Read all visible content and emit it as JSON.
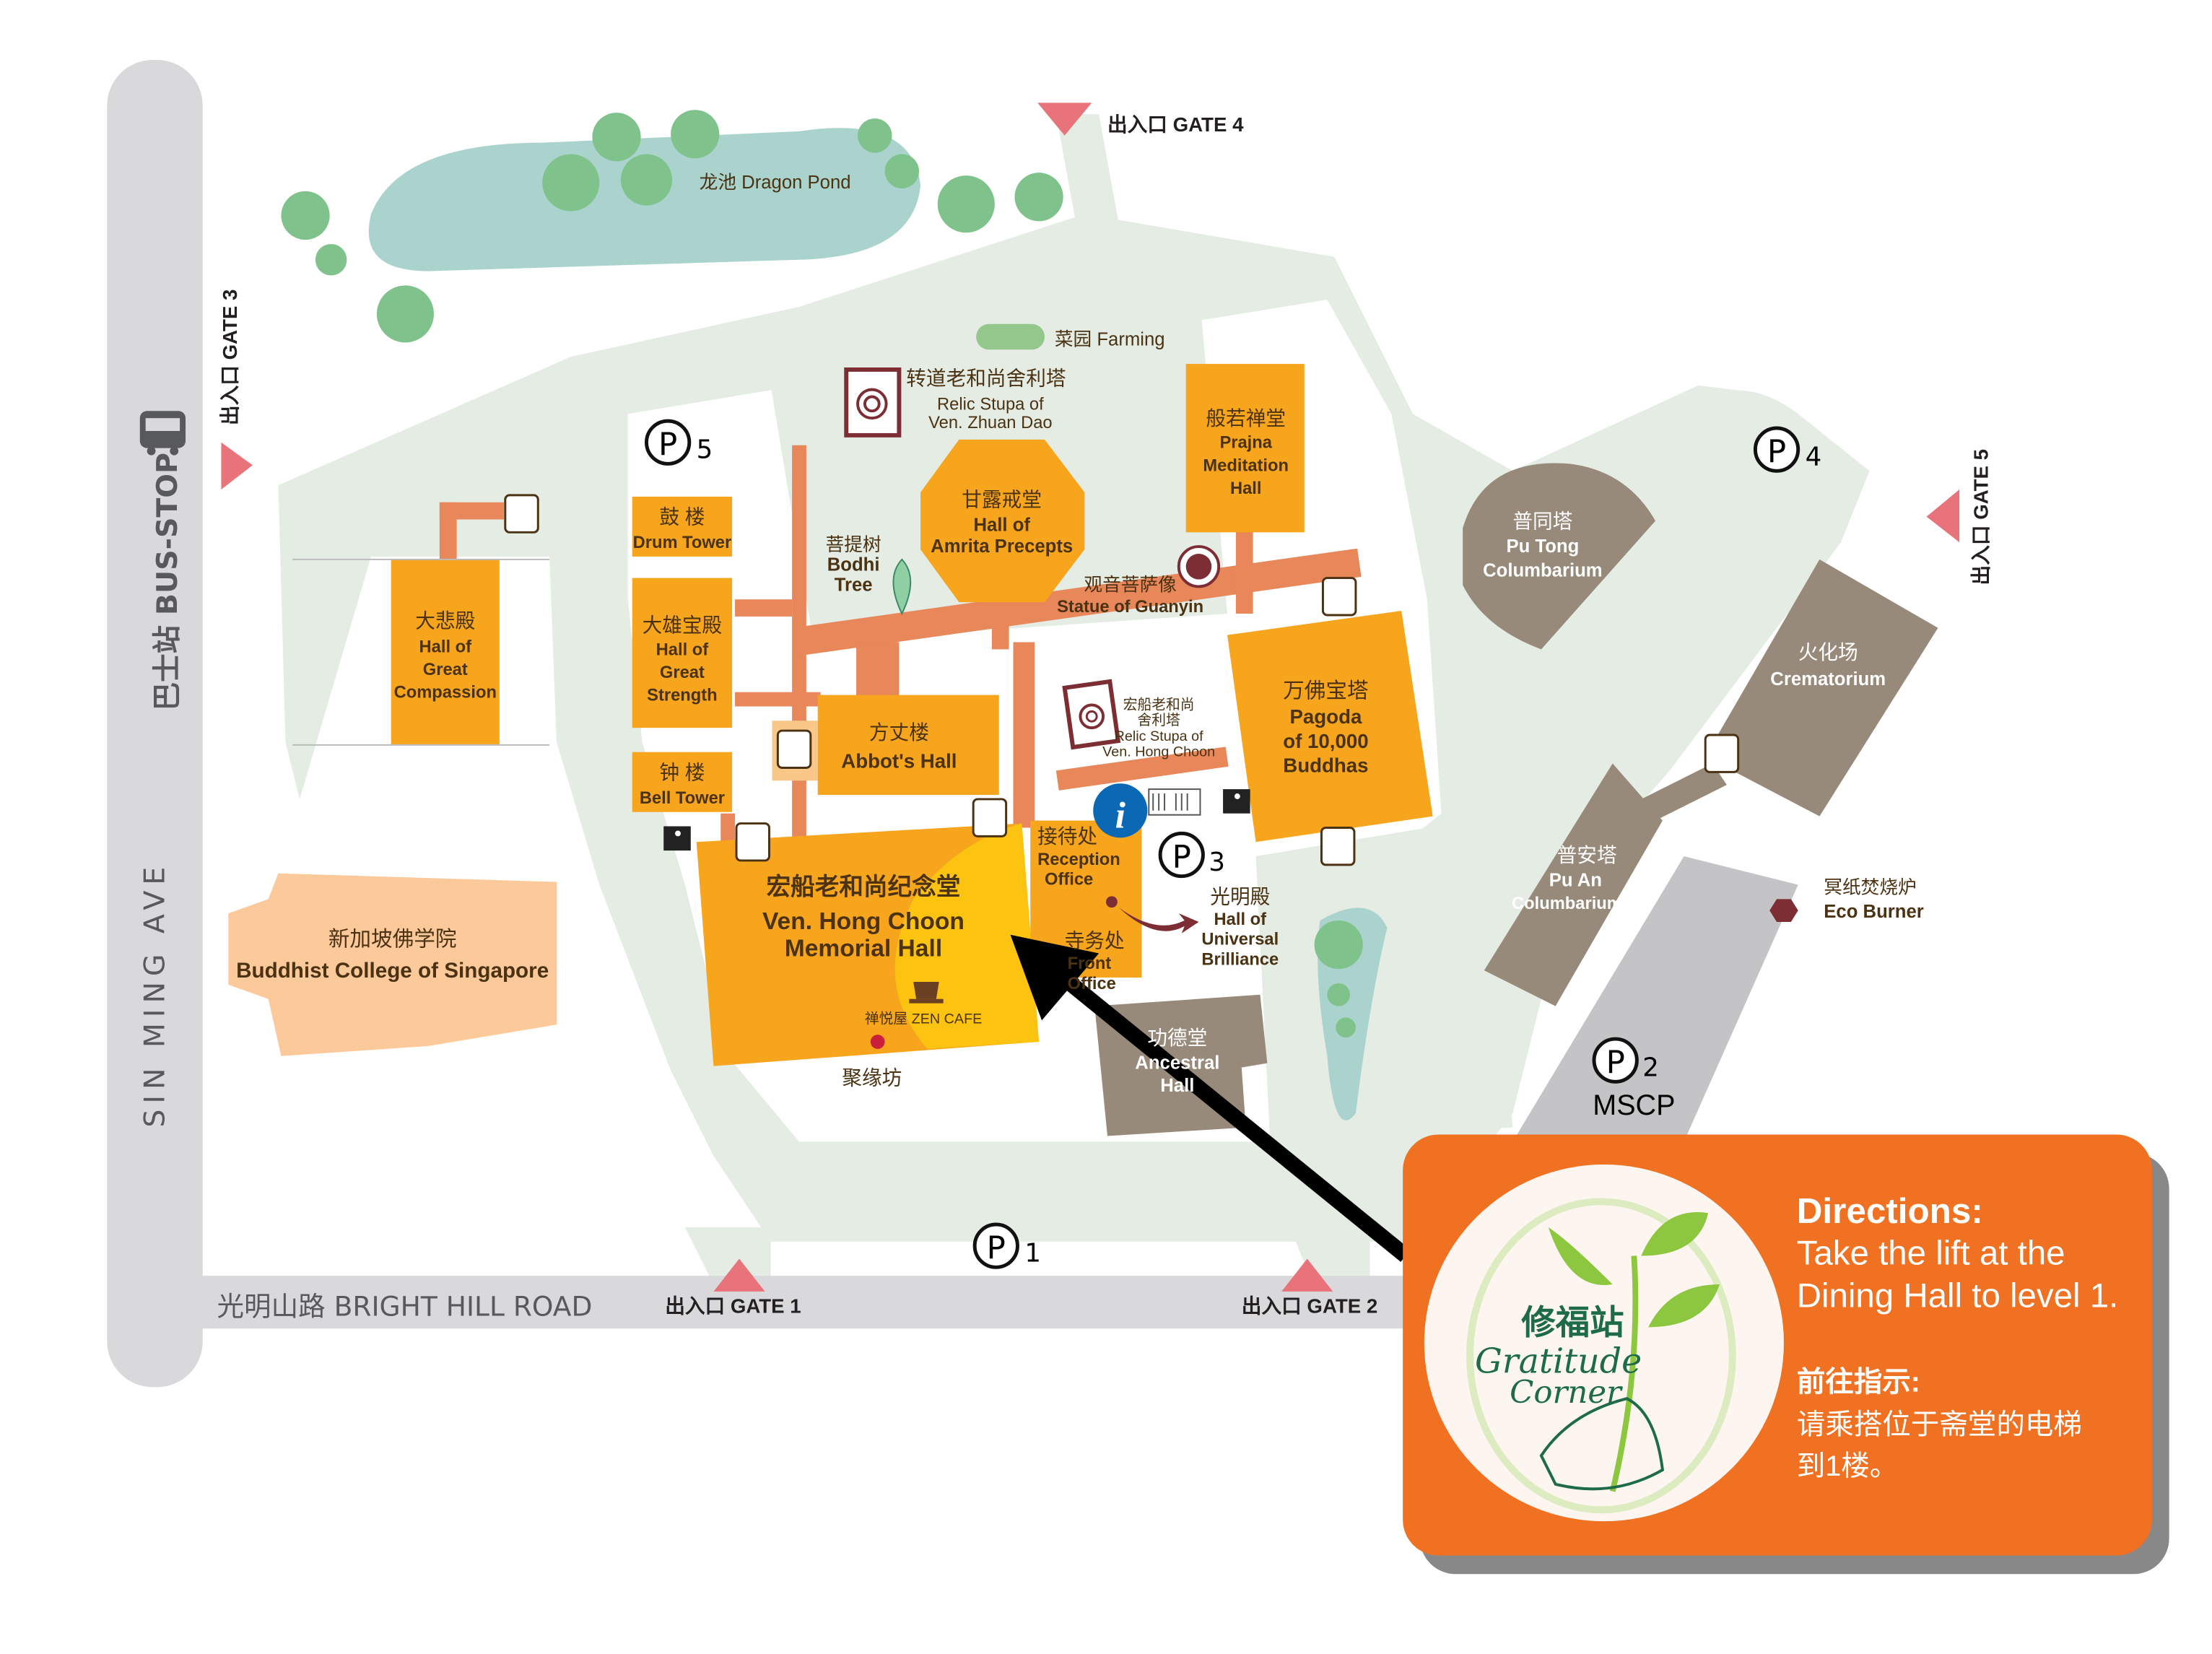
{
  "roads": {
    "sin_ming": "SIN MING AVE",
    "bus_stop": "巴士站 BUS-STOP",
    "bright_hill": "光明山路 BRIGHT HILL ROAD"
  },
  "gates": {
    "gate1": "出入口 GATE 1",
    "gate2": "出入口 GATE 2",
    "gate3": "出入口 GATE 3",
    "gate4": "出入口 GATE 4",
    "gate5": "出入口 GATE 5"
  },
  "parking": {
    "p1": "1",
    "p2": "2",
    "p3": "3",
    "p4": "4",
    "p5": "5",
    "mscp": "MSCP",
    "symbol": "P"
  },
  "places": {
    "dragon_pond": "龙池 Dragon Pond",
    "farming": "菜园 Farming",
    "zhuan_dao_cn": "转道老和尚舍利塔",
    "zhuan_dao_en1": "Relic Stupa of",
    "zhuan_dao_en2": "Ven. Zhuan Dao",
    "amrita_cn": "甘露戒堂",
    "amrita_en1": "Hall of",
    "amrita_en2": "Amrita Precepts",
    "prajna_cn": "般若禅堂",
    "prajna_en1": "Prajna",
    "prajna_en2": "Meditation",
    "prajna_en3": "Hall",
    "bodhi_cn": "菩提树",
    "bodhi_en1": "Bodhi",
    "bodhi_en2": "Tree",
    "guanyin_cn": "观音菩萨像",
    "guanyin_en": "Statue of Guanyin",
    "drum_cn": "鼓 楼",
    "drum_en": "Drum Tower",
    "great_cn": "大雄宝殿",
    "great_en1": "Hall of",
    "great_en2": "Great",
    "great_en3": "Strength",
    "bell_cn": "钟 楼",
    "bell_en": "Bell Tower",
    "compassion_cn": "大悲殿",
    "compassion_en1": "Hall of",
    "compassion_en2": "Great",
    "compassion_en3": "Compassion",
    "abbot_cn": "方丈楼",
    "abbot_en": "Abbot's Hall",
    "hongchoon_stupa_cn1": "宏船老和尚",
    "hongchoon_stupa_cn2": "舍利塔",
    "hongchoon_stupa_en1": "Relic Stupa of",
    "hongchoon_stupa_en2": "Ven. Hong Choon",
    "pagoda_cn": "万佛宝塔",
    "pagoda_en1": "Pagoda",
    "pagoda_en2": "of 10,000",
    "pagoda_en3": "Buddhas",
    "memorial_cn": "宏船老和尚纪念堂",
    "memorial_en1": "Ven. Hong Choon",
    "memorial_en2": "Memorial Hall",
    "zen_cafe": "禅悦屋  ZEN CAFE",
    "juyuanfang": "聚缘坊",
    "reception_cn": "接待处",
    "reception_en1": "Reception",
    "reception_en2": "Office",
    "front_cn": "寺务处",
    "front_en1": "Front",
    "front_en2": "Office",
    "brilliance_cn": "光明殿",
    "brilliance_en1": "Hall of",
    "brilliance_en2": "Universal",
    "brilliance_en3": "Brilliance",
    "ancestral_cn": "功德堂",
    "ancestral_en1": "Ancestral",
    "ancestral_en2": "Hall",
    "putong_cn": "普同塔",
    "putong_en1": "Pu Tong",
    "putong_en2": "Columbarium",
    "crematorium_cn": "火化场",
    "crematorium_en": "Crematorium",
    "puan_cn": "普安塔",
    "puan_en1": "Pu An",
    "puan_en2": "Columbarium",
    "eco_cn": "冥纸焚烧炉",
    "eco_en": "Eco Burner",
    "college_cn": "新加坡佛学院",
    "college_en": "Buddhist College of Singapore",
    "info": "i"
  },
  "directions": {
    "logo_cn": "修福站",
    "logo_en1": "Gratitude",
    "logo_en2": "Corner",
    "title_en": "Directions:",
    "line_en1": "Take the lift at the",
    "line_en2": "Dining Hall to level 1.",
    "title_cn": "前往指示:",
    "line_cn1": "请乘搭位于斋堂的电梯",
    "line_cn2": "到1楼。"
  },
  "colors": {
    "building": "#f7a51d",
    "path": "#e8875a",
    "columbarium": "#978a7a",
    "grounds": "#e4ece4",
    "panel": "#f07122",
    "gate_marker": "#e8737a"
  }
}
